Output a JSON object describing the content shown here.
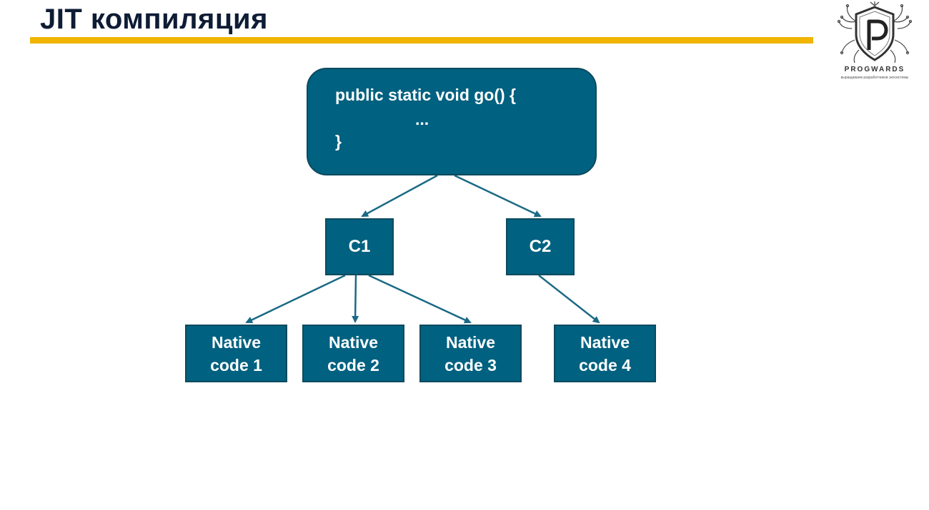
{
  "header": {
    "title": "JIT компиляция",
    "accent_color": "#f0b500",
    "title_color": "#0e1c35"
  },
  "logo": {
    "name": "PROGWARDS",
    "tagline": "выращиваем разработчиков экосистемы",
    "icon": "progwards-shield-tree-logo"
  },
  "diagram": {
    "box_color": "#006180",
    "arrow_color": "#1a6a85",
    "code_box": {
      "line1": "public static void go() {",
      "line2": "...",
      "line3": "}"
    },
    "compilers": [
      {
        "label": "C1"
      },
      {
        "label": "C2"
      }
    ],
    "native": [
      {
        "line1": "Native",
        "line2": "code 1"
      },
      {
        "line1": "Native",
        "line2": "code 2"
      },
      {
        "line1": "Native",
        "line2": "code 3"
      },
      {
        "line1": "Native",
        "line2": "code 4"
      }
    ]
  }
}
